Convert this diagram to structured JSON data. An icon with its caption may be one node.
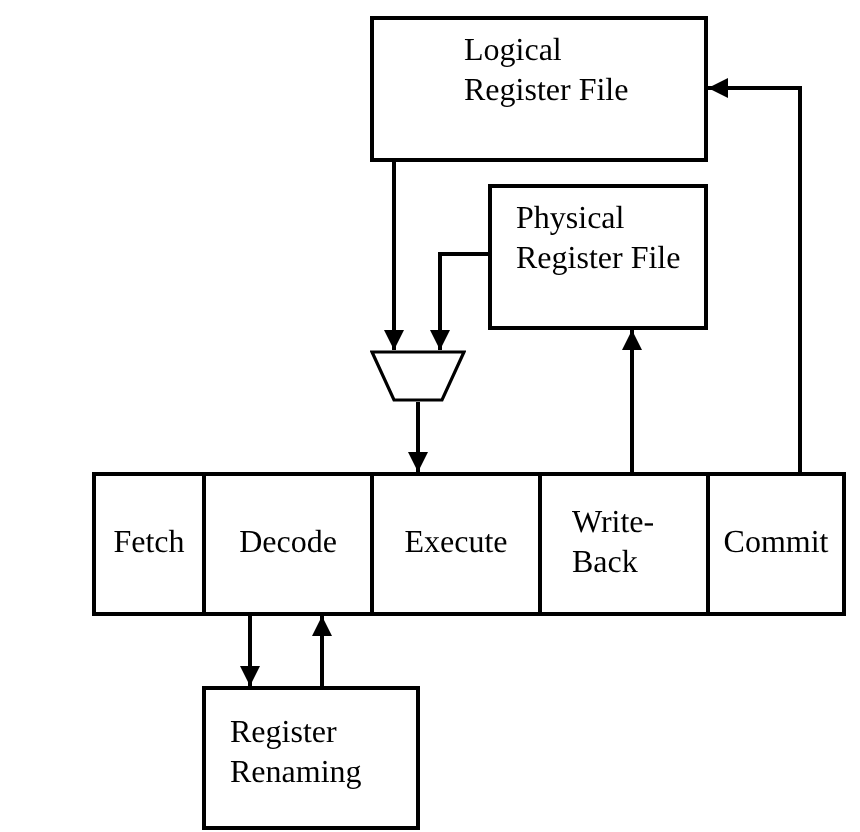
{
  "diagram": {
    "nodes": [
      {
        "text": [
          "Logical Register File"
        ]
      },
      {
        "text": [
          "Physical Register File"
        ]
      },
      {
        "text": [],
        "shape": "trapezoid"
      },
      {
        "text": [
          "Fetch"
        ]
      },
      {
        "text": [
          "Decode"
        ]
      },
      {
        "text": [
          "Execute"
        ]
      },
      {
        "text": [
          "Write-Back"
        ]
      },
      {
        "text": [
          "Commit"
        ]
      },
      {
        "text": [
          "Register Renaming"
        ]
      }
    ],
    "edges": [
      {
        "from": 0,
        "to": 2,
        "arrow": "to"
      },
      {
        "from": 1,
        "to": 2,
        "arrow": "to"
      },
      {
        "from": 2,
        "to": 5,
        "arrow": "to"
      },
      {
        "from": 6,
        "to": 1,
        "arrow": "to"
      },
      {
        "from": 7,
        "to": 0,
        "arrow": "to"
      },
      {
        "from": 4,
        "to": 8,
        "arrow": "to"
      },
      {
        "from": 8,
        "to": 4,
        "arrow": "to"
      }
    ]
  }
}
